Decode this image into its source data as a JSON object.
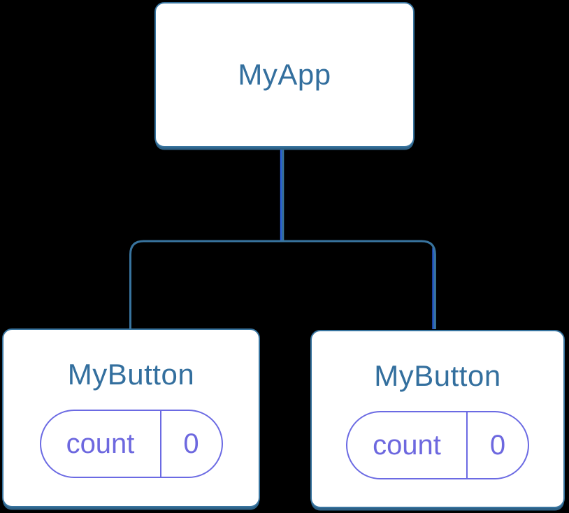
{
  "diagram": {
    "type": "component-tree",
    "background": "#000000"
  },
  "colors": {
    "node_fill": "#ffffff",
    "node_border": "#38749F",
    "node_shadow": "#2D6186",
    "node_text": "#336F9E",
    "edge_steel": "#38749F",
    "edge_highlight": "#2B62DE",
    "pill_border": "#6B6AE3",
    "pill_text": "#6D68DF"
  },
  "tree": {
    "root": {
      "label": "MyApp"
    },
    "children": [
      {
        "label": "MyButton",
        "state": {
          "name": "count",
          "value": "0"
        }
      },
      {
        "label": "MyButton",
        "state": {
          "name": "count",
          "value": "0"
        }
      }
    ]
  }
}
